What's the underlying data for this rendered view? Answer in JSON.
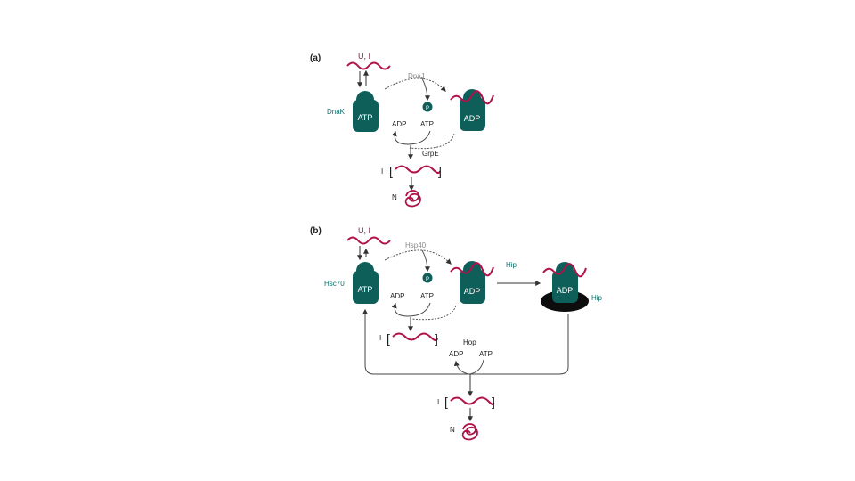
{
  "colors": {
    "chaperone_teal": "#0e5f5a",
    "substrate_crimson": "#b0124a",
    "hip_black": "#0d0d0d"
  },
  "panel_a": {
    "label": "(a)",
    "substrate_label": "U, I",
    "chaperone_label": "DnaK",
    "cochaperone_label": "DnaJ",
    "phosphate_label": "P",
    "atp_on_chaperone": "ATP",
    "adp_on_chaperone": "ADP",
    "cycle_adp": "ADP",
    "cycle_atp": "ATP",
    "exchange_factor": "GrpE",
    "intermediate_label": "I",
    "native_label": "N"
  },
  "panel_b": {
    "label": "(b)",
    "substrate_label": "U, I",
    "chaperone_label": "Hsc70",
    "cochaperone_label": "Hsp40",
    "phosphate_label": "P",
    "atp_on_chaperone": "ATP",
    "adp_on_chaperone": "ADP",
    "cycle_adp": "ADP",
    "cycle_atp": "ATP",
    "hip_arrow_label": "Hip",
    "hip_complex_adp": "ADP",
    "hip_label": "Hip",
    "intermediate_label_1": "I",
    "hop_label": "Hop",
    "hop_adp": "ADP",
    "hop_atp": "ATP",
    "intermediate_label_2": "I",
    "native_label": "N"
  }
}
